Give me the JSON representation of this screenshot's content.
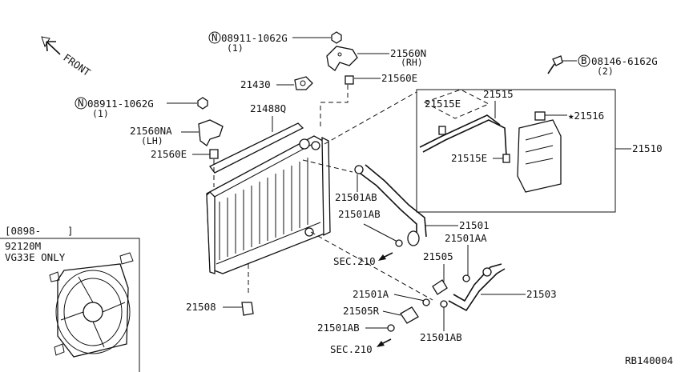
{
  "front_label": "FRONT",
  "callouts": {
    "bolt_top": {
      "code": "08911-1062G",
      "qty": "(1)",
      "prefix": "N"
    },
    "bolt_left": {
      "code": "08911-1062G",
      "qty": "(1)",
      "prefix": "N"
    },
    "bolt_right": {
      "code": "08146-6162G",
      "qty": "(2)",
      "prefix": "B"
    },
    "p21560N": {
      "part": "21560N",
      "side": "(RH)"
    },
    "p21560NA": {
      "part": "21560NA",
      "side": "(LH)"
    },
    "p21560E_top": "21560E",
    "p21560E_left": "21560E",
    "p21430": "21430",
    "p21488Q": "21488Q",
    "p21515E_top": "21515E",
    "p21515": "21515",
    "p21516": "★21516",
    "p21515E_mid": "21515E",
    "p21510": "21510",
    "p21501AB_1": "21501AB",
    "p21501AB_2": "21501AB",
    "p21501": "21501",
    "sec210_1": "SEC.210",
    "p21501AA": "21501AA",
    "p21505": "21505",
    "p21503": "21503",
    "p21501A": "21501A",
    "p21505R": "21505R",
    "p21501AB_3": "21501AB",
    "p21501AB_4": "21501AB",
    "sec210_2": "SEC.210",
    "p21508": "21508"
  },
  "inset": {
    "date": "[0898-",
    "bracket": "]",
    "part": "92120M",
    "note": "VG33E ONLY"
  },
  "ref_code": "RB140004"
}
